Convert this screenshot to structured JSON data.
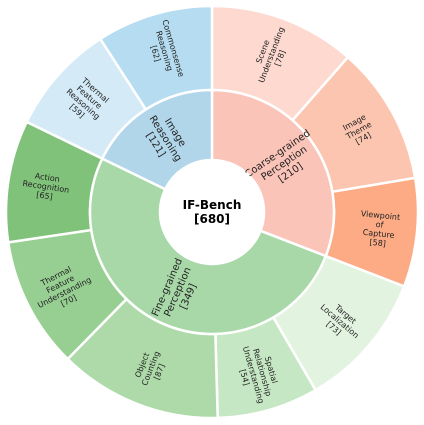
{
  "chart_data": {
    "type": "sunburst",
    "title": "",
    "center": {
      "lines": [
        "IF-Bench",
        "[680]"
      ]
    },
    "start_angle_deg": 0,
    "direction": "clockwise",
    "inner": [
      {
        "name": "Coarse-grained Perception",
        "lines": [
          "Coarse-grained",
          "Perception",
          "[210]"
        ],
        "value": 210,
        "color": "#fbc4b8"
      },
      {
        "name": "Fine-grained Perception",
        "lines": [
          "Fine-grained",
          "Perception",
          "[349]"
        ],
        "value": 349,
        "color": "#a8d8a8"
      },
      {
        "name": "Image Reasoning",
        "lines": [
          "Image",
          "Reasoning",
          "[121]"
        ],
        "value": 121,
        "color": "#b1d6ea"
      }
    ],
    "outer": [
      {
        "name": "Scene Understanding",
        "parent": "Coarse-grained Perception",
        "lines": [
          "Scene",
          "Understanding",
          "[78]"
        ],
        "value": 78,
        "color": "#fdd9cf"
      },
      {
        "name": "Image Theme",
        "parent": "Coarse-grained Perception",
        "lines": [
          "Image",
          "Theme",
          "[74]"
        ],
        "value": 74,
        "color": "#fcc5b0"
      },
      {
        "name": "Viewpoint of Capture",
        "parent": "Coarse-grained Perception",
        "lines": [
          "Viewpoint",
          "of",
          "Capture",
          "[58]"
        ],
        "value": 58,
        "color": "#fcab85"
      },
      {
        "name": "Target Localization",
        "parent": "Fine-grained Perception",
        "lines": [
          "Target",
          "Localization",
          "[73]"
        ],
        "value": 73,
        "color": "#e2f3e0"
      },
      {
        "name": "Spatial Relationship Understanding",
        "parent": "Fine-grained Perception",
        "lines": [
          "Spatial",
          "Relationship",
          "Understanding",
          "[54]"
        ],
        "value": 54,
        "color": "#c6e7c3"
      },
      {
        "name": "Object Counting",
        "parent": "Fine-grained Perception",
        "lines": [
          "Object",
          "Counting",
          "[87]"
        ],
        "value": 87,
        "color": "#aedaa9"
      },
      {
        "name": "Thermal Feature Understanding",
        "parent": "Fine-grained Perception",
        "lines": [
          "Thermal",
          "Feature",
          "Understanding",
          "[70]"
        ],
        "value": 70,
        "color": "#97cf92"
      },
      {
        "name": "Action Recognition",
        "parent": "Fine-grained Perception",
        "lines": [
          "Action",
          "Recognition",
          "[65]"
        ],
        "value": 65,
        "color": "#81c27b"
      },
      {
        "name": "Thermal Feature Reasoning",
        "parent": "Image Reasoning",
        "lines": [
          "Thermal",
          "Feature",
          "Reasoning",
          "[59]"
        ],
        "value": 59,
        "color": "#d4eaf7"
      },
      {
        "name": "Commonsense Reasoning",
        "parent": "Image Reasoning",
        "lines": [
          "Commonsense",
          "Reasoning",
          "[62]"
        ],
        "value": 62,
        "color": "#b5dcf0"
      }
    ]
  }
}
